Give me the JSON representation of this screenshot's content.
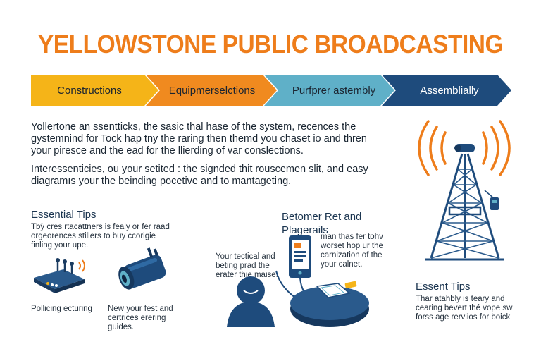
{
  "title": "YELLOWSTONE PUBLIC BROADCASTING",
  "colors": {
    "title": "#ee7d1b",
    "step1": "#f5b418",
    "step2": "#f08a1f",
    "step3": "#5fb0c8",
    "step4": "#1e4b7c",
    "navy": "#1e4b7c",
    "orange": "#ee7d1b"
  },
  "steps": [
    {
      "label": "Constructions"
    },
    {
      "label": "Equipmerselctions"
    },
    {
      "label": "Purfprer astembly"
    },
    {
      "label": "Assemblially"
    }
  ],
  "intro": {
    "p1": "Yollertone an ssentticks, the sasic thal hase of the system, recences the gystemnind for Tock hap tny the raring then themd you chaset io and thren your piresce and the ead for the llierding of var conslections.",
    "p2": "Interessenticies, ou your setited : the signded thit rouscemen slit, and easy diagramıs your the beinding pocetive and to mantageting."
  },
  "essential_tips": {
    "title": "Essential Tips",
    "text": "Tbỳ cres rtacattners is fealy or fer raad orgeorences stillers to buy ccorigie finling your upe.",
    "item1_caption": "Pollicing ecturing",
    "item2_caption": "New your fest and certrices erering guides."
  },
  "center": {
    "title": "Betomer Ret and Plagerails",
    "left_text": "Your tectical and beting prad the erater thie maise.",
    "right_text": "man thas fer tohv worset hop ur the carnization of the your calnet."
  },
  "essent_tips": {
    "title": "Essent Tips",
    "text": "Thar atahbly is teary and cearing bevert thé vope sw forss age rerviios for boick"
  },
  "icons": {
    "router": "router-icon",
    "camera": "camera-icon",
    "person": "person-icon",
    "phone": "phone-icon",
    "device": "broadcast-device-icon",
    "tower": "radio-tower-icon"
  }
}
